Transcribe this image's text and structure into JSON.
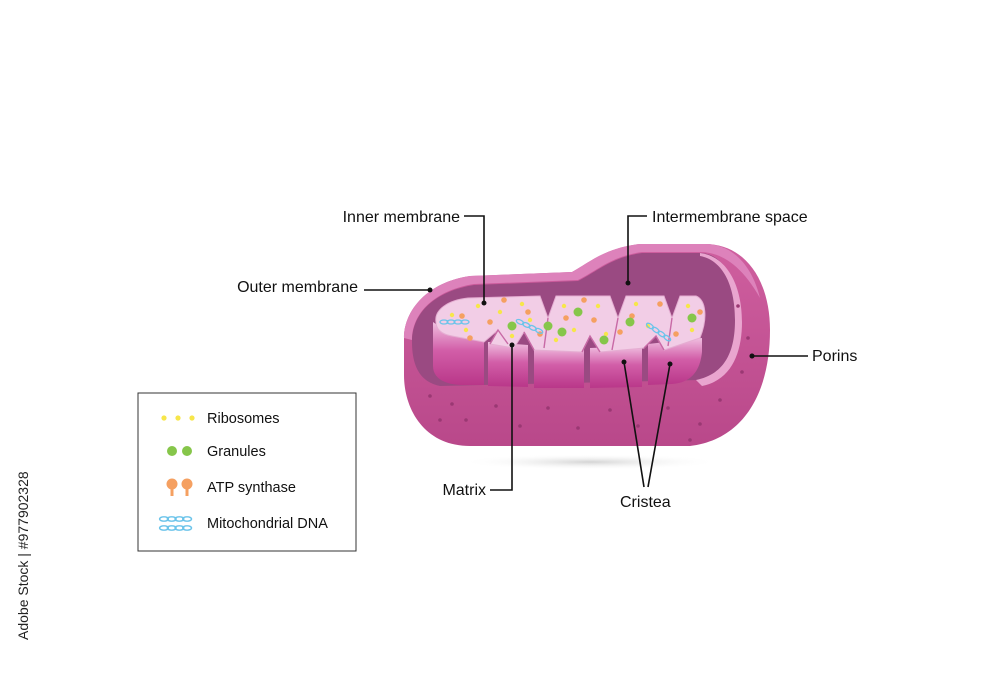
{
  "labels": {
    "inner_membrane": "Inner membrane",
    "intermembrane_space": "Intermembrane space",
    "outer_membrane": "Outer membrane",
    "porins": "Porins",
    "matrix": "Matrix",
    "cristea": "Cristea"
  },
  "legend": {
    "ribosomes": "Ribosomes",
    "granules": "Granules",
    "atp_synthase": "ATP synthase",
    "mitochondrial_dna": "Mitochondrial DNA"
  },
  "watermark": "Adobe Stock | #977902328",
  "colors": {
    "outer_body": "#c44f94",
    "outer_top": "#d775b2",
    "intermembrane": "#9a4a82",
    "matrix": "#f2cde6",
    "cristae_wall": "#c0468f",
    "ribosome": "#f7e64a",
    "granule": "#86c64a",
    "atp_synthase": "#f5a061",
    "dna": "#6cc4ea"
  }
}
